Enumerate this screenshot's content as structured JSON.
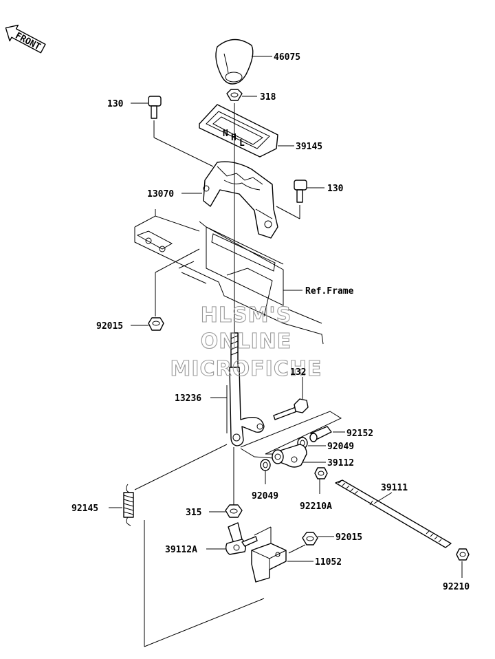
{
  "front_badge": "FRONT",
  "watermark": [
    "HLSM'S",
    "ONLINE",
    "MICROFICHE"
  ],
  "labels": {
    "p46075": "46075",
    "p318": "318",
    "p130_top": "130",
    "p39145": "39145",
    "p13070": "13070",
    "p130_right": "130",
    "ref_frame": "Ref.Frame",
    "p92015_left": "92015",
    "p132": "132",
    "p13236": "13236",
    "p92152": "92152",
    "p92049_upper": "92049",
    "p39112": "39112",
    "p92049_lower": "92049",
    "p92210A": "92210A",
    "p39111": "39111",
    "p92145": "92145",
    "p315": "315",
    "p92015_right": "92015",
    "p39112A": "39112A",
    "p11052": "11052",
    "p92210": "92210"
  }
}
